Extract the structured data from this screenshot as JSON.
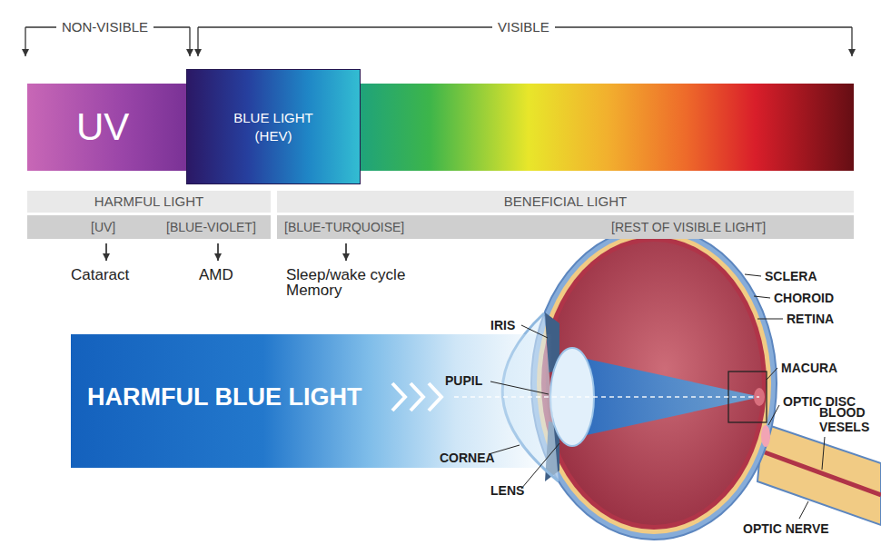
{
  "diagram": {
    "nodes": [
      {
        "text": [
          "UV"
        ]
      },
      {
        "text": [
          "BLUE LIGHT (HEV)"
        ]
      },
      {
        "text": [
          "HARMFUL LIGHT"
        ]
      },
      {
        "text": [
          "BENEFICIAL LIGHT"
        ]
      },
      {
        "text": [
          "[UV]",
          "[BLUE-VIOLET]"
        ]
      },
      {
        "text": [
          "[BLUE-TURQUOISE]",
          "[REST OF VISIBLE LIGHT]"
        ]
      },
      {
        "text": [
          "HARMFUL BLUE LIGHT"
        ]
      }
    ],
    "labels": [
      "NON-VISIBLE",
      "VISIBLE",
      "Cataract",
      "AMD",
      "Sleep/wake cycle Memory",
      "IRIS",
      "PUPIL",
      "CORNEA",
      "LENS",
      "SCLERA",
      "CHOROID",
      "RETINA",
      "MACURA",
      "OPTIC DISC",
      "BLOOD VESELS",
      "OPTIC NERVE"
    ]
  }
}
